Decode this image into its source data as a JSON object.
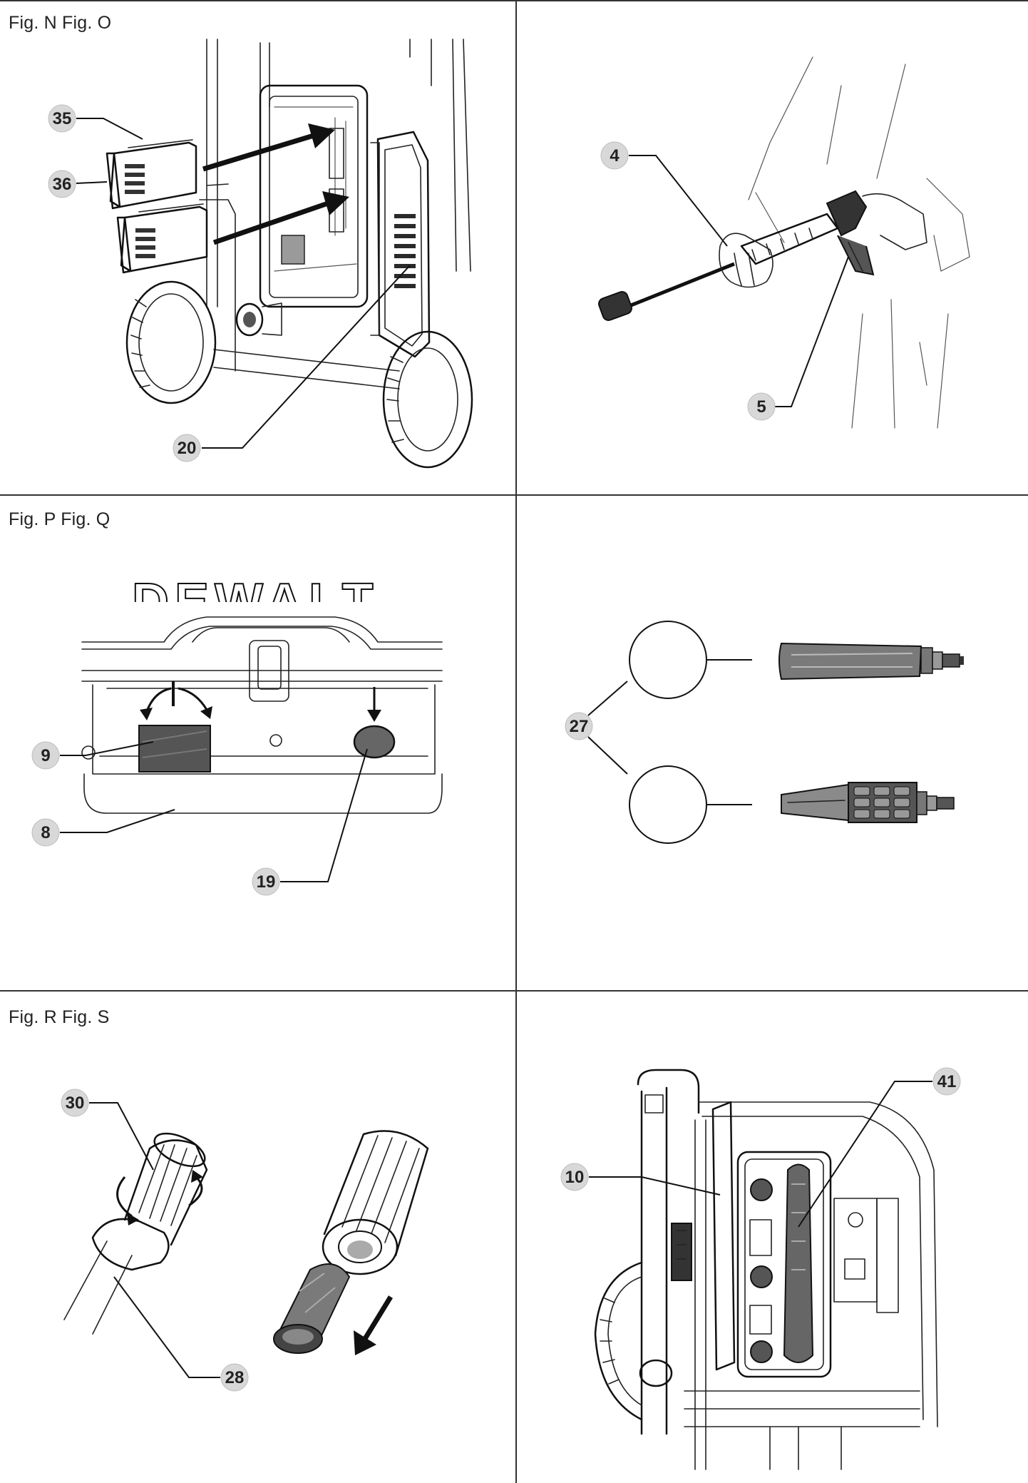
{
  "rows": [
    {
      "title": "Fig. N Fig. O"
    },
    {
      "title": "Fig. P Fig. Q"
    },
    {
      "title": "Fig. R Fig. S"
    }
  ],
  "fig_n": {
    "callouts": [
      "35",
      "36",
      "20"
    ]
  },
  "fig_o": {
    "callouts": [
      "4",
      "5"
    ]
  },
  "fig_p": {
    "callouts": [
      "9",
      "8",
      "19"
    ],
    "brand_text": "DEWALT"
  },
  "fig_q": {
    "callouts": [
      "27"
    ]
  },
  "fig_r": {
    "callouts": [
      "30",
      "28"
    ]
  },
  "fig_s": {
    "callouts": [
      "41",
      "10"
    ]
  },
  "colors": {
    "rule": "#333333",
    "callout_fill": "#d8d8d8",
    "ink": "#111111",
    "dark_part": "#444444",
    "mid_part": "#7a7a7a"
  }
}
